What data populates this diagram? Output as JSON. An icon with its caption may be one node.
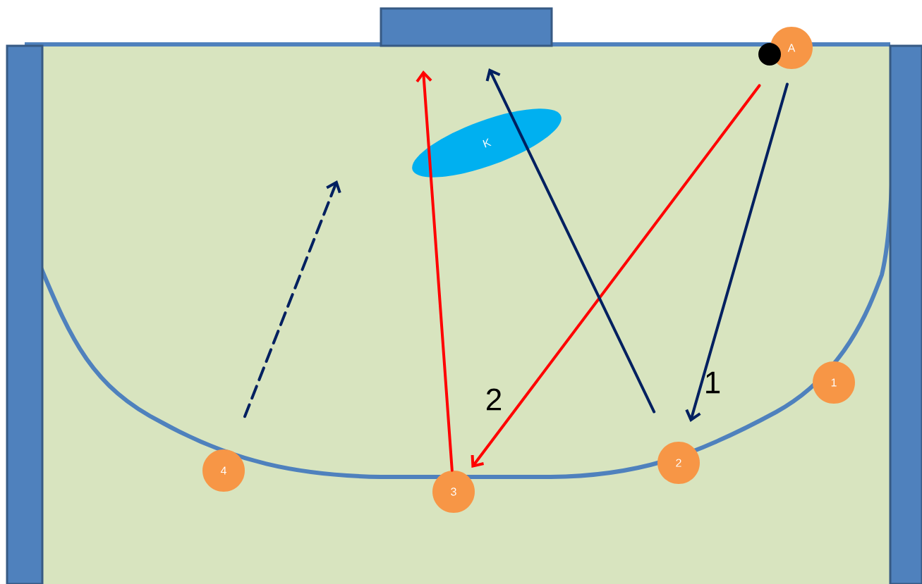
{
  "diagram": {
    "nodes": [
      {
        "text": [
          "A"
        ]
      },
      {
        "text": [
          "K"
        ]
      },
      {
        "text": [
          "1"
        ]
      },
      {
        "text": [
          "2"
        ]
      },
      {
        "text": [
          "4"
        ]
      },
      {
        "text": [
          "3"
        ]
      }
    ],
    "edges": [
      {
        "from": 0,
        "to": 3,
        "arrow": "to",
        "label": "1"
      },
      {
        "from": 0,
        "to": 5,
        "arrow": "to",
        "label": "2",
        "color": "#ff0000"
      },
      {
        "from": 5,
        "to": null,
        "arrow": "to",
        "color": "#ff0000"
      },
      {
        "from": 3,
        "to": null,
        "arrow": "to"
      },
      {
        "from": 4,
        "to": null,
        "arrow": "to",
        "style": "dashed"
      }
    ]
  }
}
